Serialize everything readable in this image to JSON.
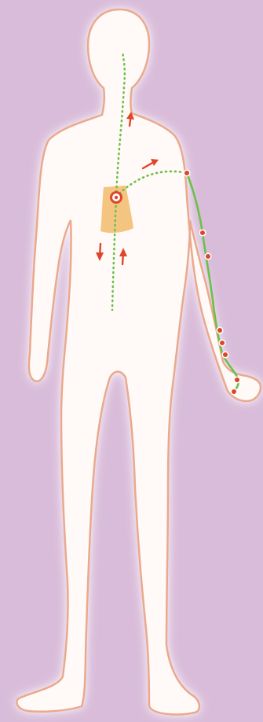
{
  "background_color": "#d9bcd9",
  "body": {
    "skin_fill": "#fffaf7",
    "outline_color": "#eaa98c",
    "glow_color": "#ffffff"
  },
  "organ": {
    "name": "heart-region",
    "fill": "#f3c27a"
  },
  "origin_marker": {
    "name": "origin-point",
    "ring_color": "#e0452a"
  },
  "pathways": [
    {
      "name": "pathway-head",
      "style": "dotted",
      "color": "#6cc04a"
    },
    {
      "name": "pathway-abdomen",
      "style": "dotted",
      "color": "#6cc04a"
    },
    {
      "name": "pathway-shoulder",
      "style": "dotted",
      "color": "#6cc04a"
    },
    {
      "name": "pathway-arm",
      "style": "solid",
      "color": "#6cc04a"
    }
  ],
  "arrows": [
    {
      "name": "arrow-up-neck",
      "direction": "up",
      "color": "#e0452a"
    },
    {
      "name": "arrow-right-shoulder",
      "direction": "up-right",
      "color": "#e0452a"
    },
    {
      "name": "arrow-down-torso",
      "direction": "down",
      "color": "#e0452a"
    },
    {
      "name": "arrow-up-torso",
      "direction": "up",
      "color": "#e0452a"
    }
  ],
  "arm_points_count": 8,
  "point_color": "#e0452a"
}
